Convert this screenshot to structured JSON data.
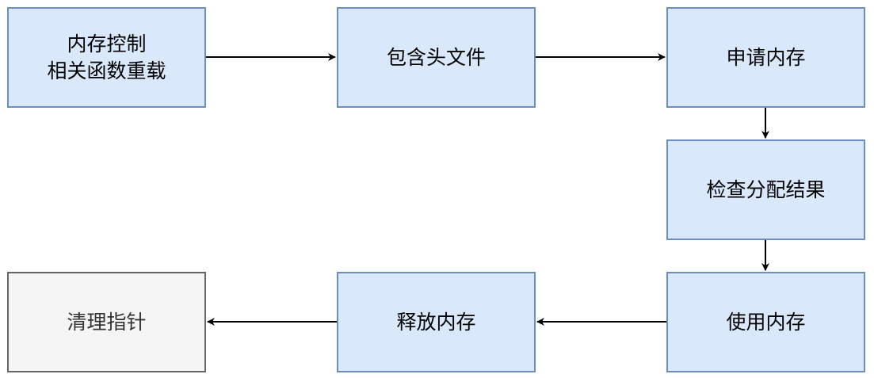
{
  "nodes": {
    "memory_control": "内存控制\n相关函数重载",
    "include_headers": "包含头文件",
    "allocate_memory": "申请内存",
    "check_allocation": "检查分配结果",
    "use_memory": "使用内存",
    "free_memory": "释放内存",
    "clear_pointer": "清理指针"
  },
  "colors": {
    "box_fill": "#dae8fc",
    "box_border": "#6c8ebf",
    "final_fill": "#f5f5f5",
    "final_border": "#666666",
    "arrow": "#000000"
  }
}
